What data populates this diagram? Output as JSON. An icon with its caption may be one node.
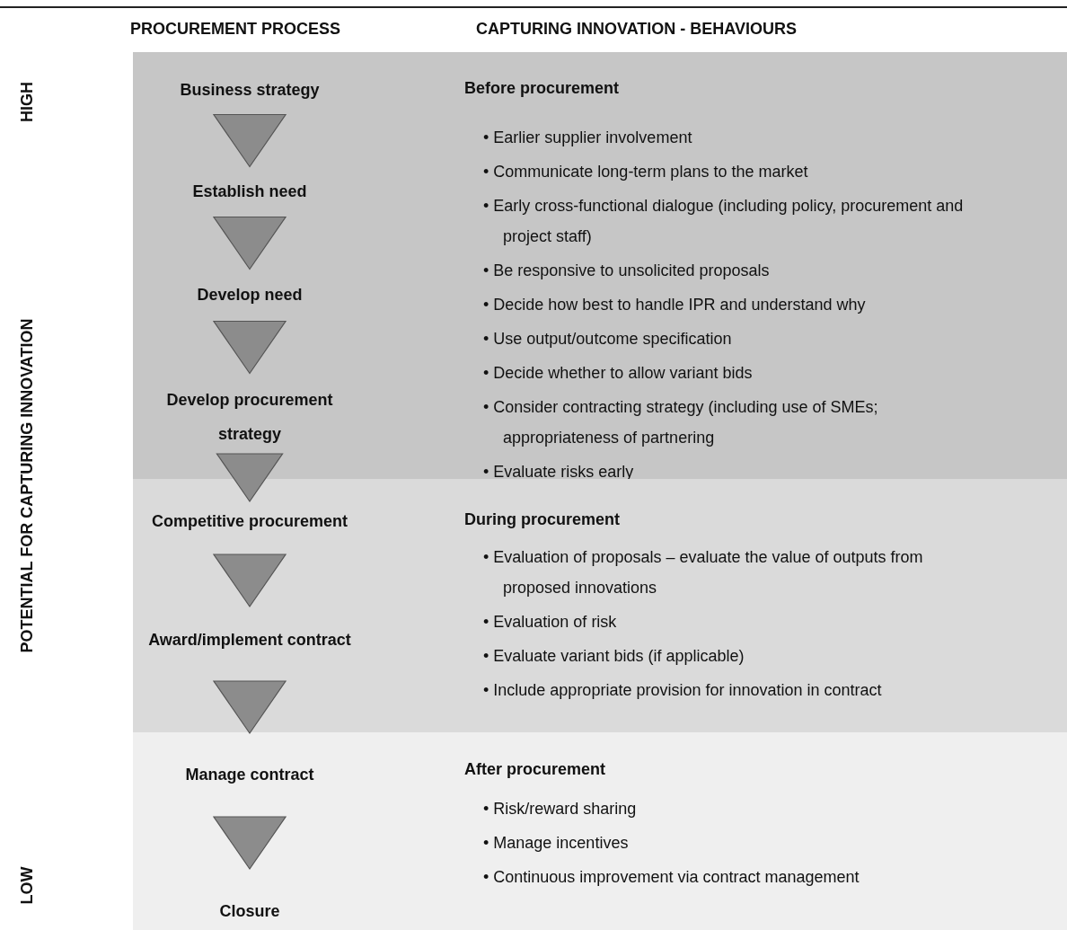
{
  "diagram": {
    "nodes": [
      {
        "text": [
          "Before procurement",
          "• Earlier supplier involvement",
          "• Communicate long-term plans to the market",
          "• Early cross-functional dialogue (including policy, procurement and project staff)",
          "• Be responsive to unsolicited proposals",
          "• Decide how best to handle IPR and understand why",
          "• Use output/outcome specification",
          "• Decide whether to allow variant bids",
          "• Consider contracting strategy (including use of SMEs; appropriateness of partnering",
          "• Evaluate risks early"
        ]
      },
      {
        "text": [
          "Business strategy"
        ],
        "in": 0
      },
      {
        "text": [
          "Establish need"
        ],
        "in": 0
      },
      {
        "text": [
          "Develop need"
        ],
        "in": 0
      },
      {
        "text": [
          "Develop procurement strategy"
        ],
        "in": 0
      },
      {
        "text": [
          "During procurement",
          "• Evaluation of proposals – evaluate the value of outputs from proposed innovations",
          "• Evaluation of risk",
          "• Evaluate variant bids (if applicable)",
          "• Include appropriate provision for innovation in contract"
        ]
      },
      {
        "text": [
          "Competitive procurement"
        ],
        "in": 5
      },
      {
        "text": [
          "Award/implement contract"
        ],
        "in": 5
      },
      {
        "text": [
          "After procurement",
          "• Risk/reward sharing",
          "• Manage incentives",
          "• Continuous improvement via contract management"
        ]
      },
      {
        "text": [
          "Manage contract"
        ],
        "in": 8
      },
      {
        "text": [
          "Closure"
        ],
        "in": 8
      }
    ],
    "edges": [
      {
        "from": 1,
        "to": 2,
        "arrow": "to"
      },
      {
        "from": 2,
        "to": 3,
        "arrow": "to"
      },
      {
        "from": 3,
        "to": 4,
        "arrow": "to"
      },
      {
        "from": 4,
        "to": 6,
        "arrow": "to"
      },
      {
        "from": 6,
        "to": 7,
        "arrow": "to"
      },
      {
        "from": 7,
        "to": 9,
        "arrow": "to"
      },
      {
        "from": 9,
        "to": 10,
        "arrow": "to"
      }
    ],
    "labels": [
      "PROCUREMENT PROCESS",
      "CAPTURING INNOVATION - BEHAVIOURS",
      "HIGH",
      "POTENTIAL FOR CAPTURING INNOVATION",
      "LOW"
    ]
  }
}
